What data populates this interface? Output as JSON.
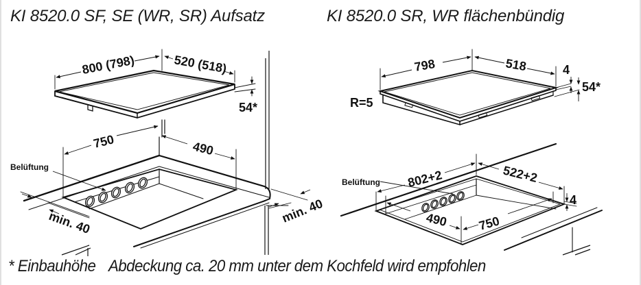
{
  "titles": {
    "left": "KI 8520.0 SF, SE (WR, SR) Aufsatz",
    "right": "KI 8520.0 SR, WR flächenbündig"
  },
  "left_diagram": {
    "hob": {
      "width_label": "800 (798)",
      "depth_label": "520 (518)",
      "height_label": "54*"
    },
    "cutout": {
      "width_label": "750",
      "depth_label": "490",
      "ventilation_label": "Belüftung",
      "front_clearance_label": "min. 40",
      "side_clearance_label": "min. 40"
    }
  },
  "right_diagram": {
    "hob": {
      "width_label": "798",
      "depth_label": "518",
      "radius_label": "R=5",
      "glass_thickness_label": "4",
      "height_label": "54*"
    },
    "cutout": {
      "outer_width_label": "802+2",
      "outer_depth_label": "522+2",
      "rebate_depth_label": "4",
      "inner_width_label": "750",
      "inner_depth_label": "490",
      "ventilation_label": "Belüftung"
    }
  },
  "footnote": {
    "asterisk_note": "* Einbauhöhe",
    "recommendation": "Abdeckung ca. 20 mm unter dem Kochfeld wird empfohlen"
  },
  "colors": {
    "line": "#111111",
    "text": "#1a1a1a",
    "background": "#ffffff"
  }
}
